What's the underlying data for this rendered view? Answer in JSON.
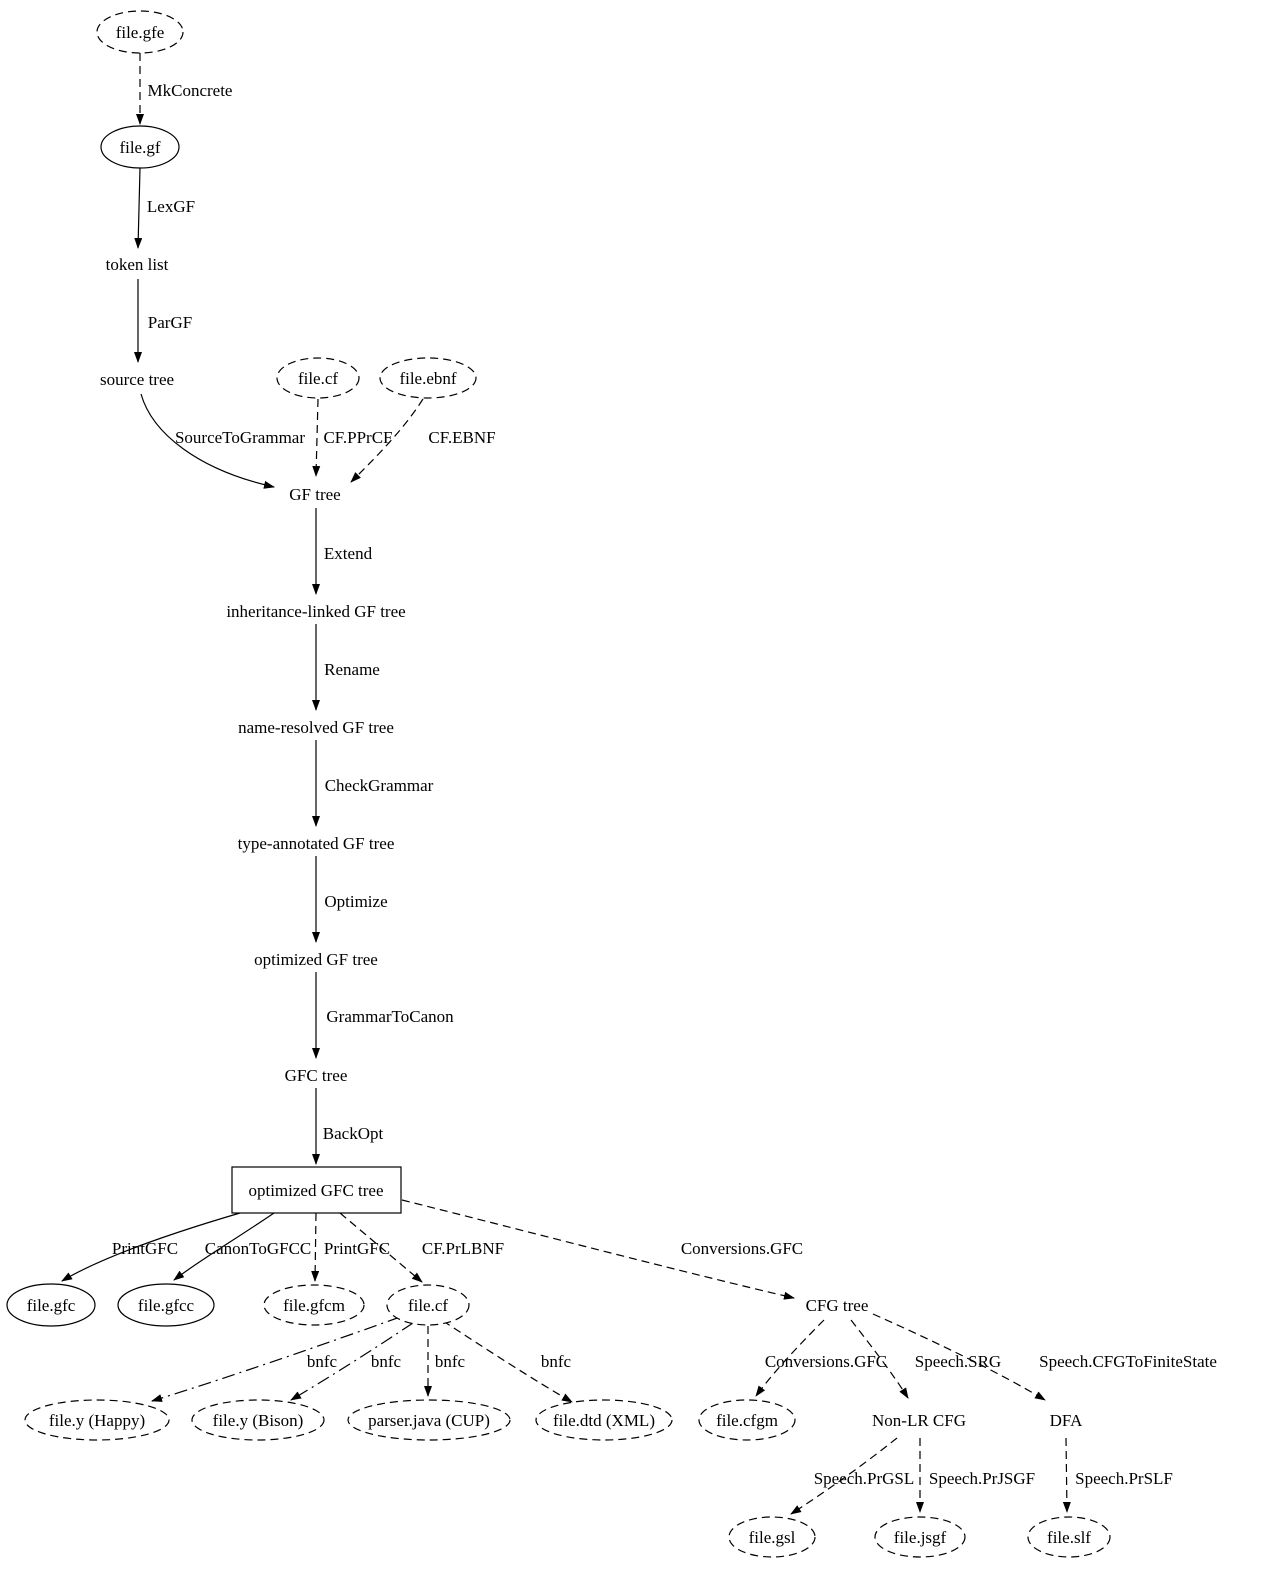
{
  "diagram": {
    "title": "GF compiler pipeline flow diagram",
    "colors": {
      "stroke": "#000000",
      "background": "#ffffff",
      "text": "#000000"
    }
  },
  "nodes": {
    "file_gfe": {
      "label": "file.gfe"
    },
    "file_gf": {
      "label": "file.gf"
    },
    "token_list": {
      "label": "token list"
    },
    "source_tree": {
      "label": "source tree"
    },
    "file_cf_in": {
      "label": "file.cf"
    },
    "file_ebnf": {
      "label": "file.ebnf"
    },
    "gf_tree": {
      "label": "GF tree"
    },
    "inheritance_linked_gf_tree": {
      "label": "inheritance-linked GF tree"
    },
    "name_resolved_gf_tree": {
      "label": "name-resolved GF tree"
    },
    "type_annotated_gf_tree": {
      "label": "type-annotated GF tree"
    },
    "optimized_gf_tree": {
      "label": "optimized GF tree"
    },
    "gfc_tree": {
      "label": "GFC tree"
    },
    "optimized_gfc_tree": {
      "label": "optimized GFC tree"
    },
    "file_gfc": {
      "label": "file.gfc"
    },
    "file_gfcc": {
      "label": "file.gfcc"
    },
    "file_gfcm": {
      "label": "file.gfcm"
    },
    "file_cf_out": {
      "label": "file.cf"
    },
    "cfg_tree": {
      "label": "CFG tree"
    },
    "file_y_happy": {
      "label": "file.y (Happy)"
    },
    "file_y_bison": {
      "label": "file.y (Bison)"
    },
    "parser_java_cup": {
      "label": "parser.java (CUP)"
    },
    "file_dtd_xml": {
      "label": "file.dtd (XML)"
    },
    "file_cfgm": {
      "label": "file.cfgm"
    },
    "non_lr_cfg": {
      "label": "Non-LR CFG"
    },
    "dfa": {
      "label": "DFA"
    },
    "file_gsl": {
      "label": "file.gsl"
    },
    "file_jsgf": {
      "label": "file.jsgf"
    },
    "file_slf": {
      "label": "file.slf"
    }
  },
  "edge_labels": {
    "mkconcrete": "MkConcrete",
    "lexgf": "LexGF",
    "pargf": "ParGF",
    "sourcetogrammar": "SourceToGrammar",
    "cf_pprcf": "CF.PPrCF",
    "cf_ebnf": "CF.EBNF",
    "extend": "Extend",
    "rename": "Rename",
    "checkgrammar": "CheckGrammar",
    "optimize": "Optimize",
    "grammartocanon": "GrammarToCanon",
    "backopt": "BackOpt",
    "printgfc1": "PrintGFC",
    "canontogfcc": "CanonToGFCC",
    "printgfc2": "PrintGFC",
    "cf_prlbnf": "CF.PrLBNF",
    "conversions_gfc1": "Conversions.GFC",
    "bnfc1": "bnfc",
    "bnfc2": "bnfc",
    "bnfc3": "bnfc",
    "bnfc4": "bnfc",
    "conversions_gfc2": "Conversions.GFC",
    "speech_srg": "Speech.SRG",
    "speech_cfgtofinitestate": "Speech.CFGToFiniteState",
    "speech_prgsl": "Speech.PrGSL",
    "speech_prjsgf": "Speech.PrJSGF",
    "speech_prslf": "Speech.PrSLF"
  }
}
